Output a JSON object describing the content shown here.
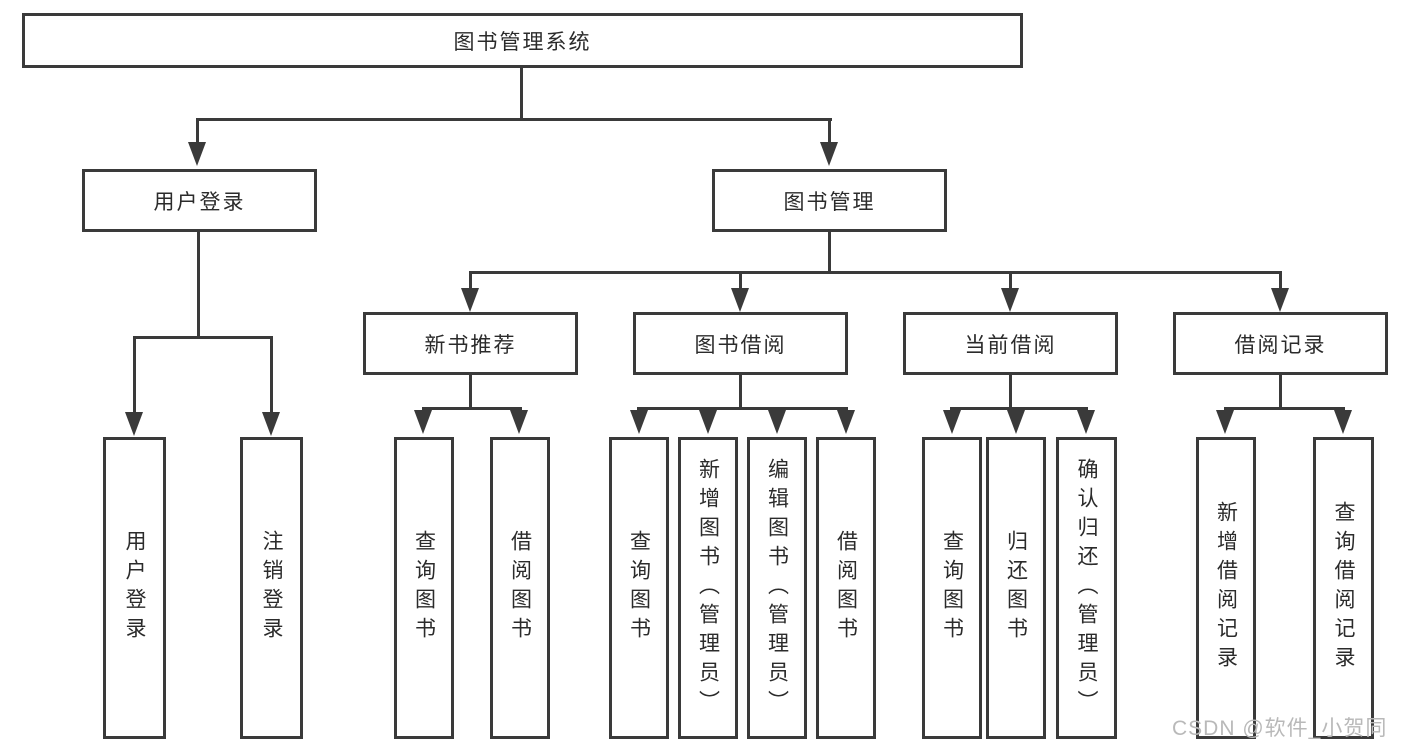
{
  "nodes": {
    "root": {
      "label": "图书管理系统"
    },
    "user_login": {
      "label": "用户登录"
    },
    "book_management": {
      "label": "图书管理"
    },
    "user_login_children": [
      {
        "label": "用户登录"
      },
      {
        "label": "注销登录"
      }
    ],
    "book_management_children": [
      {
        "label": "新书推荐"
      },
      {
        "label": "图书借阅"
      },
      {
        "label": "当前借阅"
      },
      {
        "label": "借阅记录"
      }
    ],
    "new_book_children": [
      {
        "label": "查询图书"
      },
      {
        "label": "借阅图书"
      }
    ],
    "book_borrow_children": [
      {
        "label": "查询图书"
      },
      {
        "label": "新增图书（管理员）"
      },
      {
        "label": "编辑图书（管理员）"
      },
      {
        "label": "借阅图书"
      }
    ],
    "current_borrow_children": [
      {
        "label": "查询图书"
      },
      {
        "label": "归还图书"
      },
      {
        "label": "确认归还（管理员）"
      }
    ],
    "borrow_record_children": [
      {
        "label": "新增借阅记录"
      },
      {
        "label": "查询借阅记录"
      }
    ]
  },
  "watermark": {
    "text": "CSDN @软件_小贺同学"
  },
  "colors": {
    "line": "#3a3a3a",
    "text": "#2b2b2b",
    "box_background": "#ffffff",
    "watermark": "#b9b9b9",
    "page_background": "#ffffff"
  }
}
